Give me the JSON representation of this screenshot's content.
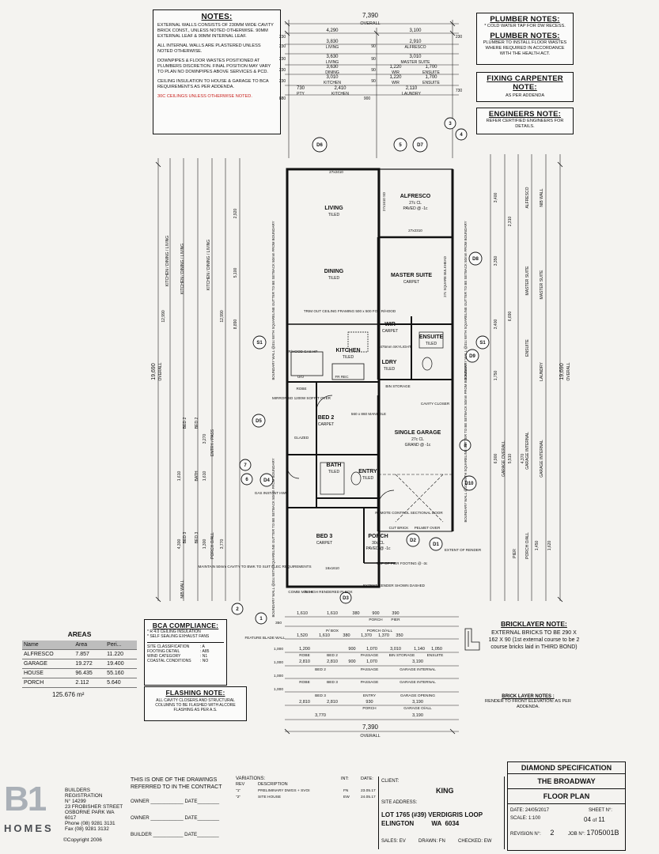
{
  "notes": {
    "title": "NOTES:",
    "lines": [
      "EXTERNAL WALLS CONSISTS OF 230mm WIDE CAVITY BRICK CONST., UNLESS NOTED OTHERWISE. 90mm EXTERNAL LEAF & 90mm INTERNAL LEAF.",
      "ALL INTERNAL WALLS ARE PLASTERED UNLESS NOTED OTHERWISE.",
      "DOWNPIPES & FLOOR WASTES POSITIONED AT PLUMBERS DISCRETION. FINAL POSITION MAY VARY TO PLAN NO DOWNPIPES ABOVE SERVICES & PCD.",
      "CEILING INSULATION TO HOUSE & GARAGE TO BCA REQUIREMENTS AS PER ADDENDA."
    ],
    "red_line": "30c CEILINGS UNLESS OTHERWISE NOTED."
  },
  "plumber": {
    "title": "PLUMBER NOTES:",
    "line1": "* COLD WATER TAP FOR DW RECESS.",
    "title2": "PLUMBER NOTES:",
    "line2": "PLUMBER TO INSTALL FLOOR WASTES WHERE REQUIRED IN ACCORDANCE WITH THE HEALTH ACT."
  },
  "carpenter": {
    "title": "FIXING CARPENTER NOTE:",
    "line": "AS PER ADDENDA"
  },
  "engineers": {
    "title": "ENGINEERS NOTE:",
    "line": "REFER CERTIFIED ENGINEERS FOR DETAILS."
  },
  "top_dims": {
    "overall": "7,390",
    "overall_label": "OVERALL",
    "row1": [
      "4,290",
      "3,100"
    ],
    "rows": [
      {
        "a": "3,830",
        "al": "LIVING",
        "b": "2,910",
        "bl": "ALFRESCO"
      },
      {
        "a": "3,630",
        "al": "LIVING",
        "b": "3,010",
        "bl": "MASTER SUITE"
      },
      {
        "a": "3,630",
        "al": "DINING",
        "b": "1,220",
        "bl": "WIR",
        "c": "1,700",
        "cl": "ENSUITE"
      },
      {
        "a": "3,010",
        "al": "KITCHEN",
        "b": "1,220",
        "bl": "WIR",
        "c": "1,700",
        "cl": "ENSUITE"
      },
      {
        "a": "730",
        "al": "PTY",
        "b": "2,410",
        "bl": "KITCHEN",
        "c": "2,110",
        "cl": "LAUNDRY"
      }
    ],
    "edge": [
      "230",
      "230",
      "230",
      "230",
      "230",
      "90",
      "90",
      "90",
      "90",
      "230",
      "730",
      "900",
      "880"
    ]
  },
  "rooms": [
    {
      "name": "LIVING",
      "finish": "TILED"
    },
    {
      "name": "DINING",
      "finish": "TILED"
    },
    {
      "name": "KITCHEN",
      "finish": "TILED"
    },
    {
      "name": "ALFRESCO",
      "finish": "27c CL",
      "extra": "PAVED @ -1c"
    },
    {
      "name": "MASTER SUITE",
      "finish": "CARPET"
    },
    {
      "name": "WIR",
      "finish": "CARPET"
    },
    {
      "name": "ENSUITE",
      "finish": "TILED"
    },
    {
      "name": "LDRY",
      "finish": "TILED"
    },
    {
      "name": "BED 2",
      "finish": "CARPET"
    },
    {
      "name": "BATH",
      "finish": "TILED"
    },
    {
      "name": "ENTRY",
      "finish": "TILED"
    },
    {
      "name": "SINGLE GARAGE",
      "finish": "27c CL",
      "extra": "GRAND @ -1c"
    },
    {
      "name": "BED 3",
      "finish": "CARPET"
    },
    {
      "name": "PORCH",
      "finish": "30c CL",
      "extra": "PAVED @ -1c"
    }
  ],
  "plan_labels": {
    "ceiling_box": "TRIM OUT CEILING FRAMING 500 x 500 FOR R/HOOD",
    "skylight": "475mm SKYLIGHT",
    "rhood": "R/HOOD GAS HP",
    "uso": "U/O",
    "fr_rec": "FR REC",
    "robe": "ROBE",
    "mirror1": "MIRROR SD 1200W SOFFIT OVER",
    "glazed": "GLAZED",
    "manhole": "560 x 860 MANHOLE",
    "bin_storage": "BIN STORAGE",
    "cavity_closer": "CAVITY CLOSER",
    "gas": "GAS INSTANT HWU",
    "remote": "REMOTE CONTROL SECTIONAL DOOR",
    "cut_brick": "CUT BRICK",
    "pelmet": "PELMET OVER",
    "extent_render": "EXTENT OF RENDER",
    "pier": "TOP OF PIER FOOTING @ -3c",
    "extent_dashed": "EXTENT RENDER SHOWN DASHED",
    "maintain": "MAINTAIN 50mm CAVITY TO BWK TO SUIT ELEC REQUIREMENTS",
    "combi": "COMBI M/BOX",
    "high": "7c HIGH RENDERED PI BOX",
    "feature": "FEATURE BLADE WALL",
    "boundary": "BOUNDARY WALL @31c WITH SQUARELINE GUTTER TO BE SETBACK 50mm FROM BOUNDARY",
    "bulkhead": "27c SQUARE BULKHEAD",
    "dim_27x2410": "27x2410",
    "dim_27x2310": "27x2310",
    "dim_27x1610": "27x1610 SD",
    "dim_16x1610": "16x1610"
  },
  "side_dims": {
    "left_overall": "19,690",
    "left_label": "OVERALL",
    "right_overall": "19,690",
    "right_label": "OVERALL",
    "left_labels": [
      "KITCHEN / DINING / LIVING",
      "KITCHEN / DINING / LIVING",
      "KITCHEN / DINING / LIVING",
      "BED 2",
      "BED 2",
      "ENTRY / PASS",
      "BATH",
      "BED 3",
      "BED 3",
      "PORCH O/ALL",
      "NIB WALL"
    ],
    "left_nums": [
      "12,990",
      "12,990",
      "8,890",
      "5,100",
      "2,920",
      "3,270",
      "1,610",
      "1,610",
      "4,300",
      "1,300",
      "3,770"
    ],
    "right_labels": [
      "ALFRESCO",
      "NIB WALL",
      "MASTER SUITE",
      "MASTER SUITE",
      "ENSUITE",
      "LAUNDRY",
      "GARAGE OVERALL",
      "GARAGE INTERNAL",
      "GARAGE INTERNAL",
      "PORCH O/ALL",
      "PIER"
    ],
    "right_nums": [
      "3,400",
      "2,310",
      "3,350",
      "6,690",
      "3,400",
      "1,750",
      "6,900",
      "5,510",
      "4,370",
      "1,450",
      "1,620"
    ]
  },
  "bottom_dims": {
    "rows": [
      [
        "1,610",
        "1,610",
        "380",
        "900",
        "390"
      ],
      [
        "1,520",
        "1,610",
        "380",
        "1,370",
        "1,370",
        "350"
      ],
      [
        "2,810",
        "2,810",
        "900",
        "1,070",
        "3,190"
      ],
      [
        "1,200",
        "1,070",
        "900",
        "3,010",
        "1,140",
        "1,050"
      ],
      [
        "2,810",
        "2,810",
        "930",
        "3,190"
      ],
      [
        "3,770",
        "3,190"
      ]
    ],
    "labels": [
      "PORCH",
      "PIER",
      "P/ BOX",
      "PORCH O/ALL",
      "ROBE",
      "BED 2",
      "PASSAGE",
      "BIN STORAGE",
      "ENSUITE",
      "BED 2",
      "PASSAGE",
      "GARAGE INTERNAL",
      "ROBE",
      "BED 3",
      "PASSAGE",
      "GARAGE INTERNAL",
      "BED 3",
      "ENTRY",
      "GARAGE OPENING",
      "PORCH",
      "GARAGE O/ALL"
    ],
    "overall": "7,390",
    "overall_label": "OVERALL",
    "left_edge": [
      "350",
      "1,000",
      "1,000",
      "1,000",
      "1,000"
    ]
  },
  "markers": [
    "D6",
    "5",
    "D7",
    "3",
    "4",
    "D8",
    "D9",
    "S1",
    "S1",
    "D5",
    "7",
    "6",
    "D4",
    "8",
    "D10",
    "D2",
    "D1",
    "D3",
    "2",
    "1"
  ],
  "areas": {
    "title": "AREAS",
    "headers": [
      "Name",
      "Area",
      "Peri..."
    ],
    "rows": [
      [
        "ALFRESCO",
        "7.857",
        "11.220"
      ],
      [
        "GARAGE",
        "19.272",
        "19.400"
      ],
      [
        "HOUSE",
        "96.435",
        "55.160"
      ],
      [
        "PORCH",
        "2.112",
        "5.640"
      ]
    ],
    "total": "125.676 m²"
  },
  "bca": {
    "title": "BCA COMPLIANCE:",
    "lines": [
      "* R 4.0 CEILING INSULATION",
      "* SELF SEALING EXHAUST FANS"
    ],
    "table": [
      [
        "SITE CLASSIFICATION",
        ": A"
      ],
      [
        "FOOTING DETAIL",
        ": A85"
      ],
      [
        "WIND CATEGORY",
        ": N1"
      ],
      [
        "COASTAL CONDITIONS",
        ": NO"
      ]
    ]
  },
  "flashing": {
    "title": "FLASHING NOTE:",
    "line": "ALL CAVITY CLOSERS AND STRUCTURAL COLUMNS TO BE FLASHED WITH ALCORE FLASHING AS PER A.S."
  },
  "bricklayer": {
    "title": "BRICKLAYER NOTE:",
    "line": "EXTERNAL BRICKS TO BE 290 X 162 X 90 (1st external course to be 2 course bricks laid in THIRD BOND)",
    "title2": "BRICK LAYER NOTES :",
    "line2": "RENDER TO FRONT ELEVATION: AS PER ADDENDA."
  },
  "titleblock": {
    "logo": "B1",
    "logo_sub": "HOMES",
    "copyright": "©Copyright 2006",
    "builders_reg": "BUILDERS REGISTRATION",
    "reg_no": "N° 14299",
    "address1": "23 FROBISHER STREET",
    "address2": "OSBORNE PARK WA 6017",
    "phone": "Phone (08) 9281 3131",
    "fax": "Fax (08) 9281 3132",
    "contract": "THIS IS ONE OF THE DRAWINGS REFERRED TO IN THE CONTRACT",
    "owner1": "OWNER ____________ DATE________",
    "owner2": "OWNER ____________ DATE________",
    "builder": "BUILDER ___________ DATE________",
    "variations": "VARIATIONS:",
    "rev": "REV",
    "desc": "DESCRIPTION",
    "int": "INT:",
    "date": "DATE:",
    "var_rows": [
      [
        "\"1\"",
        "PRELIMINARY DWGS + SVOI",
        "FN",
        "23.05.17"
      ],
      [
        "\"2\"",
        "SITE HOUSE",
        "EW",
        "24.05.17"
      ]
    ],
    "client_label": "CLIENT:",
    "client": "KING",
    "site_label": "SITE ADDRESS:",
    "site1": "LOT 1765 (#39) VERDIGRIS LOOP",
    "site2": "ELINGTON          WA  6034",
    "sales": "SALES:",
    "sales_v": "EV",
    "drawn": "DRAWN:",
    "drawn_v": "FN",
    "checked": "CHECKED:",
    "checked_v": "EW",
    "spec": "DIAMOND SPECIFICATION",
    "model": "THE BROADWAY",
    "plan": "FLOOR PLAN",
    "date_lbl": "DATE:",
    "date_v": "24/05/2017",
    "scale_lbl": "SCALE:",
    "scale_v": "1:100",
    "sheet_lbl": "SHEET N°:",
    "sheet_v": "04",
    "of": "of",
    "sheets": "11",
    "rev_lbl": "REVISION N°:",
    "rev_v": "2",
    "job_lbl": "JOB N°:",
    "job_v": "1705001B"
  }
}
